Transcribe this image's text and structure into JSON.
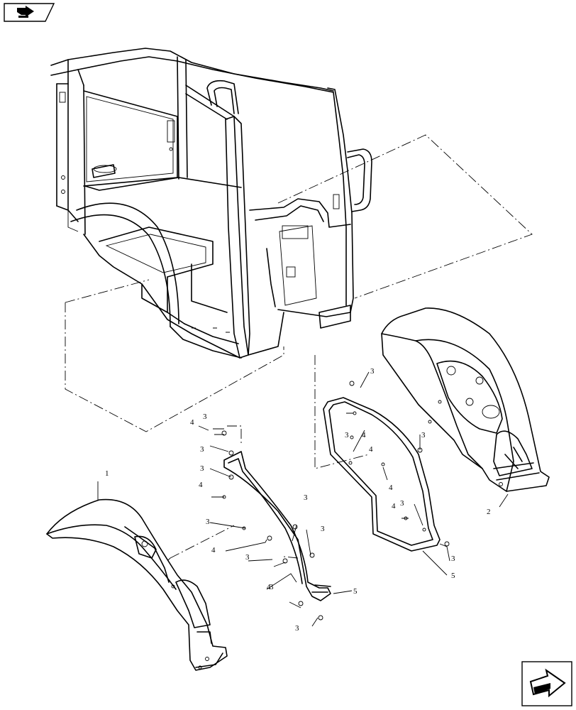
{
  "nav": {
    "top_left_icon": "view-arrow-icon",
    "bottom_right_icon": "next-page-arrow-icon"
  },
  "callouts": {
    "c1": "1",
    "c2": "2",
    "c3": "3",
    "c4": "4",
    "c5": "5"
  }
}
